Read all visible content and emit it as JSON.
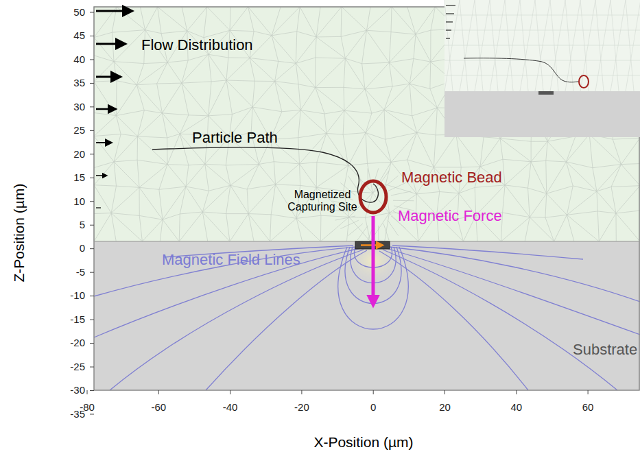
{
  "diagram": {
    "labels": [
      "50",
      "45",
      "40",
      "35",
      "30",
      "25",
      "20",
      "15",
      "10",
      "5",
      "0",
      "-5",
      "-10",
      "-15",
      "-20",
      "-25",
      "-30",
      "-35",
      "-80",
      "-60",
      "-40",
      "-20",
      "0",
      "20",
      "40",
      "60",
      "Z-Position (µm)",
      "X-Position (µm)",
      "Flow Distribution",
      "Particle Path",
      "Magnetic Bead",
      "Magnetized Capturing Site",
      "Magnetic Force",
      "Magnetic Field Lines",
      "Substrate"
    ]
  }
}
